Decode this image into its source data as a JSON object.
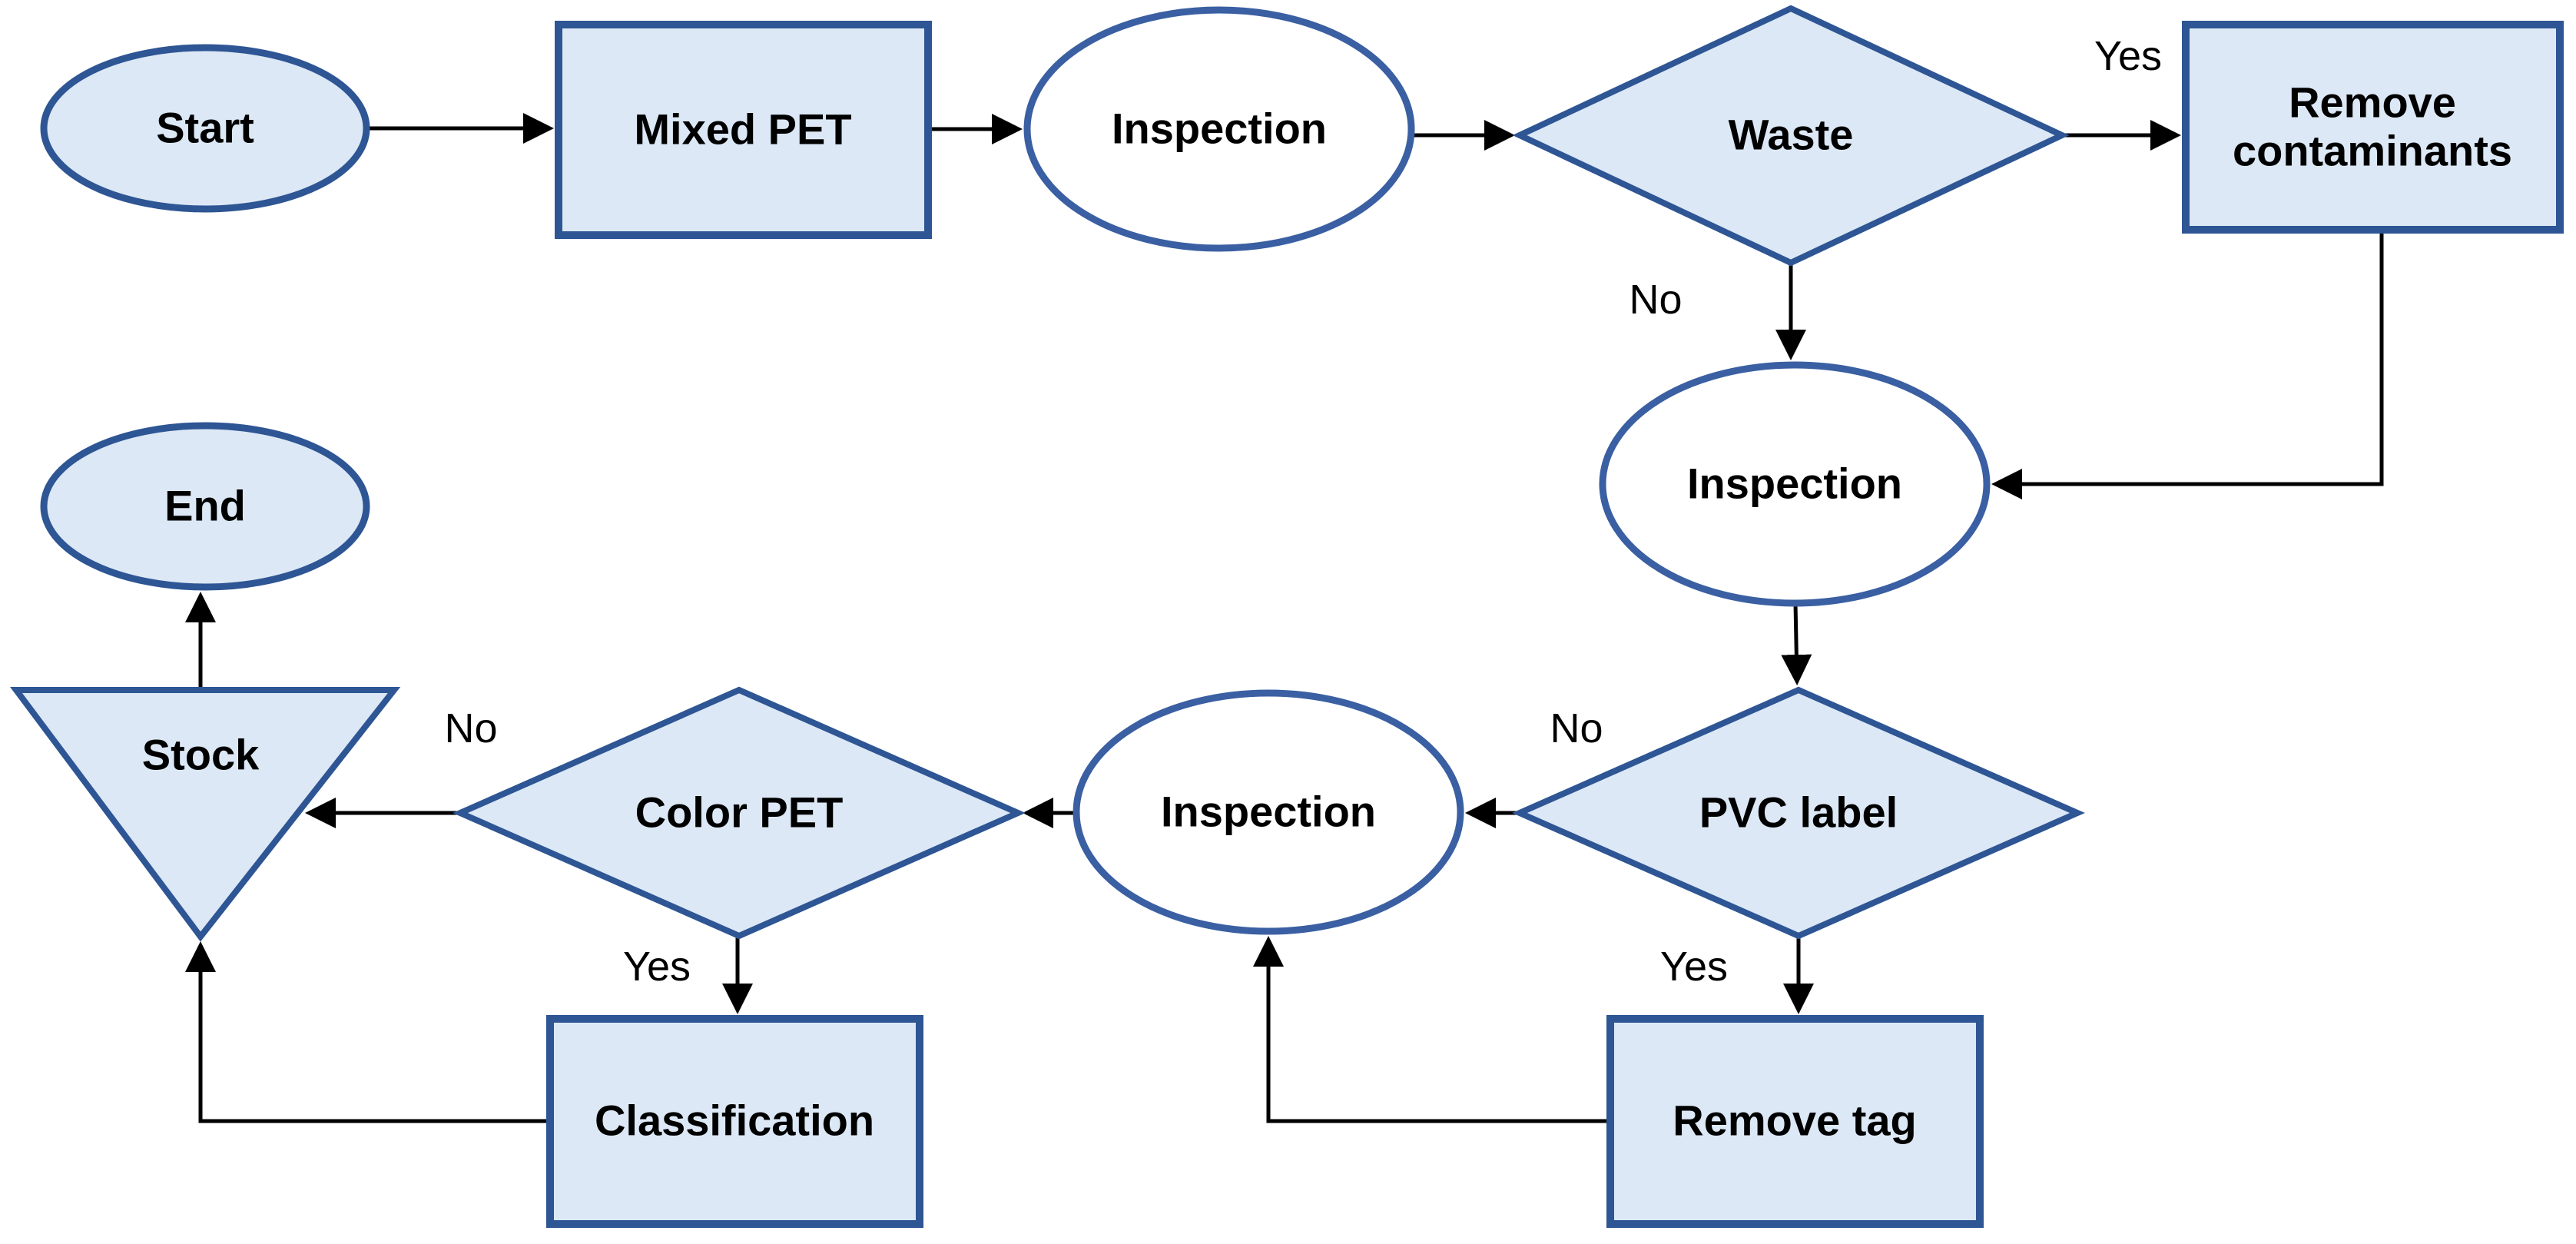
{
  "diagram": {
    "type": "flowchart",
    "nodes": [
      {
        "id": "start",
        "shape": "ellipse",
        "label": "Start"
      },
      {
        "id": "mixed-pet",
        "shape": "rectangle",
        "label": "Mixed PET"
      },
      {
        "id": "inspection-1",
        "shape": "ellipse",
        "label": "Inspection"
      },
      {
        "id": "waste",
        "shape": "diamond",
        "label": "Waste"
      },
      {
        "id": "remove-contaminants",
        "shape": "rectangle",
        "label": "Remove contaminants"
      },
      {
        "id": "inspection-2",
        "shape": "ellipse",
        "label": "Inspection"
      },
      {
        "id": "pvc-label",
        "shape": "diamond",
        "label": "PVC label"
      },
      {
        "id": "inspection-3",
        "shape": "ellipse",
        "label": "Inspection"
      },
      {
        "id": "remove-tag",
        "shape": "rectangle",
        "label": "Remove tag"
      },
      {
        "id": "color-pet",
        "shape": "diamond",
        "label": "Color PET"
      },
      {
        "id": "classification",
        "shape": "rectangle",
        "label": "Classification"
      },
      {
        "id": "stock",
        "shape": "inverted-triangle",
        "label": "Stock"
      },
      {
        "id": "end",
        "shape": "ellipse",
        "label": "End"
      }
    ],
    "edges": [
      {
        "from": "start",
        "to": "mixed-pet",
        "label": ""
      },
      {
        "from": "mixed-pet",
        "to": "inspection-1",
        "label": ""
      },
      {
        "from": "inspection-1",
        "to": "waste",
        "label": ""
      },
      {
        "from": "waste",
        "to": "remove-contaminants",
        "label": "Yes"
      },
      {
        "from": "waste",
        "to": "inspection-2",
        "label": "No"
      },
      {
        "from": "remove-contaminants",
        "to": "inspection-2",
        "label": ""
      },
      {
        "from": "inspection-2",
        "to": "pvc-label",
        "label": ""
      },
      {
        "from": "pvc-label",
        "to": "inspection-3",
        "label": "No"
      },
      {
        "from": "pvc-label",
        "to": "remove-tag",
        "label": "Yes"
      },
      {
        "from": "remove-tag",
        "to": "inspection-3",
        "label": ""
      },
      {
        "from": "inspection-3",
        "to": "color-pet",
        "label": ""
      },
      {
        "from": "color-pet",
        "to": "stock",
        "label": "No"
      },
      {
        "from": "color-pet",
        "to": "classification",
        "label": "Yes"
      },
      {
        "from": "classification",
        "to": "stock",
        "label": ""
      },
      {
        "from": "stock",
        "to": "end",
        "label": ""
      }
    ],
    "colors": {
      "node_fill": "#dce8f5",
      "node_stroke": "#2e5594",
      "inspection_fill": "#ffffff",
      "inspection_stroke": "#3a5fa2",
      "connector": "#000000",
      "label_text": "#000000"
    }
  }
}
